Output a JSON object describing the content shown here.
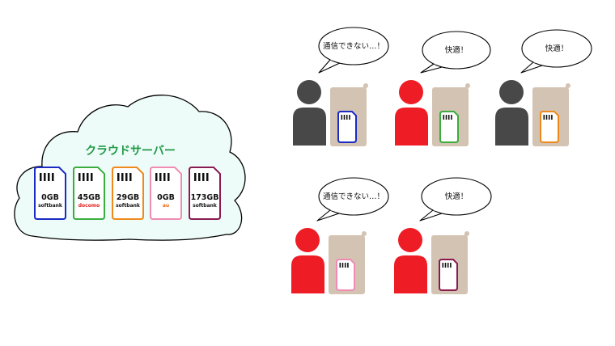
{
  "cloud": {
    "title": "クラウドサーバー",
    "cards": [
      {
        "amount": "0GB",
        "carrier": "softbank",
        "color": "#1a2bc4",
        "carrier_color": "#111111"
      },
      {
        "amount": "45GB",
        "carrier": "docomo",
        "color": "#3aad3e",
        "carrier_color": "#e0201f"
      },
      {
        "amount": "29GB",
        "carrier": "softbank",
        "color": "#ef8a1a",
        "carrier_color": "#111111"
      },
      {
        "amount": "0GB",
        "carrier": "au",
        "color": "#f08cb4",
        "carrier_color": "#ef6a12"
      },
      {
        "amount": "173GB",
        "carrier": "softbank",
        "color": "#8a1a52",
        "carrier_color": "#111111"
      }
    ]
  },
  "users": [
    {
      "bubble": "通信できない…！",
      "person_color": "#484848",
      "sim_color": "#1a2bc4"
    },
    {
      "bubble": "快適！",
      "person_color": "#ee1c24",
      "sim_color": "#3aad3e"
    },
    {
      "bubble": "快適！",
      "person_color": "#484848",
      "sim_color": "#ef8a1a"
    },
    {
      "bubble": "通信できない…！",
      "person_color": "#ee1c24",
      "sim_color": "#f08cb4"
    },
    {
      "bubble": "快適！",
      "person_color": "#ee1c24",
      "sim_color": "#8a1a52"
    }
  ],
  "colors": {
    "cloud_fill": "#eefcf9",
    "phone_fill": "#d3c3b3",
    "card_fill": "#ffffff"
  }
}
